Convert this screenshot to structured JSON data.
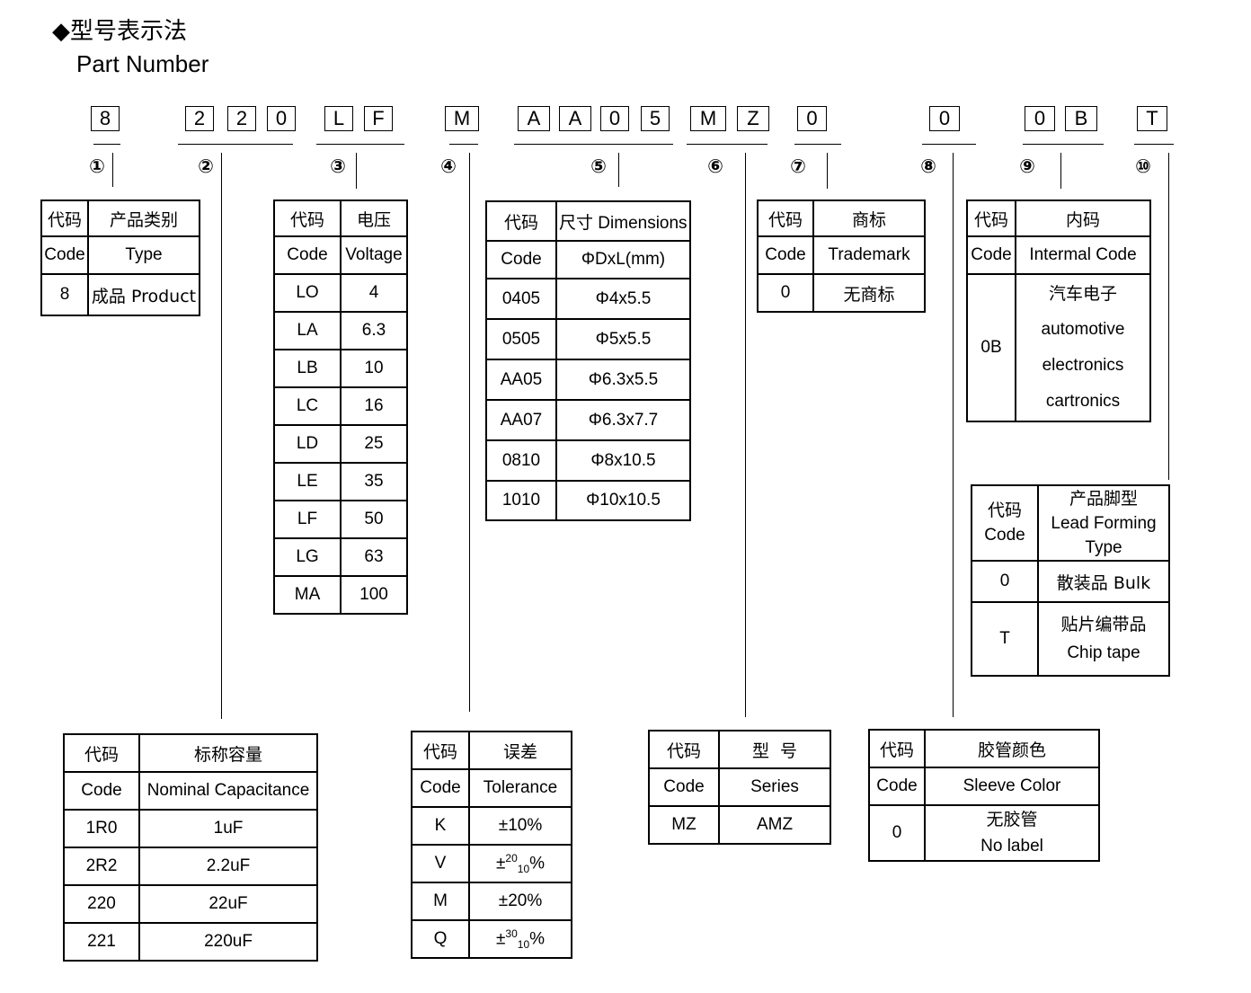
{
  "title": {
    "cn": "◆型号表示法",
    "en": "Part Number"
  },
  "part_chars": [
    "8",
    "2",
    "2",
    "0",
    "L",
    "F",
    "M",
    "A",
    "A",
    "0",
    "5",
    "M",
    "Z",
    "0",
    "0",
    "0",
    "B",
    "T"
  ],
  "position_markers": [
    "①",
    "②",
    "③",
    "④",
    "⑤",
    "⑥",
    "⑦",
    "⑧",
    "⑨",
    "⑩"
  ],
  "t1": {
    "h_code_cn": "代码",
    "h_code_en": "Code",
    "h_type_cn": "产品类别",
    "h_type_en": "Type",
    "rows": [
      {
        "code": "8",
        "value": "成品 Product"
      }
    ]
  },
  "t2": {
    "h_code_cn": "代码",
    "h_code_en": "Code",
    "h_cn": "标称容量",
    "h_en": "Nominal Capacitance",
    "rows": [
      {
        "code": "1R0",
        "value": "1uF"
      },
      {
        "code": "2R2",
        "value": "2.2uF"
      },
      {
        "code": "220",
        "value": "22uF"
      },
      {
        "code": "221",
        "value": "220uF"
      }
    ]
  },
  "t3": {
    "h_code_cn": "代码",
    "h_code_en": "Code",
    "h_cn": "电压",
    "h_en": "Voltage",
    "rows": [
      {
        "code": "LO",
        "value": "4"
      },
      {
        "code": "LA",
        "value": "6.3"
      },
      {
        "code": "LB",
        "value": "10"
      },
      {
        "code": "LC",
        "value": "16"
      },
      {
        "code": "LD",
        "value": "25"
      },
      {
        "code": "LE",
        "value": "35"
      },
      {
        "code": "LF",
        "value": "50"
      },
      {
        "code": "LG",
        "value": "63"
      },
      {
        "code": "MA",
        "value": "100"
      }
    ]
  },
  "t4": {
    "h_code_cn": "代码",
    "h_code_en": "Code",
    "h_cn": "误差",
    "h_en": "Tolerance",
    "rows": [
      {
        "code": "K",
        "value": "±10%"
      },
      {
        "code": "V",
        "pm": "±",
        "sup": "20",
        "sub": "10",
        "pct": "%"
      },
      {
        "code": "M",
        "value": "±20%"
      },
      {
        "code": "Q",
        "pm": "±",
        "sup": "30",
        "sub": "10",
        "pct": "%"
      }
    ]
  },
  "t5": {
    "h_code_cn": "代码",
    "h_code_en": "Code",
    "h_cn": "尺寸",
    "h_en": "Dimensions",
    "h_unit": "ΦDxL(mm)",
    "rows": [
      {
        "code": "0405",
        "value": "Φ4x5.5"
      },
      {
        "code": "0505",
        "value": "Φ5x5.5"
      },
      {
        "code": "AA05",
        "value": "Φ6.3x5.5"
      },
      {
        "code": "AA07",
        "value": "Φ6.3x7.7"
      },
      {
        "code": "0810",
        "value": "Φ8x10.5"
      },
      {
        "code": "1010",
        "value": "Φ10x10.5"
      }
    ]
  },
  "t6": {
    "h_code_cn": "代码",
    "h_code_en": "Code",
    "h_cn": "型  号",
    "h_en": "Series",
    "rows": [
      {
        "code": "MZ",
        "value": "AMZ"
      }
    ]
  },
  "t7": {
    "h_code_cn": "代码",
    "h_code_en": "Code",
    "h_cn": "商标",
    "h_en": "Trademark",
    "rows": [
      {
        "code": "0",
        "value": "无商标"
      }
    ]
  },
  "t8": {
    "h_code_cn": "代码",
    "h_code_en": "Code",
    "h_cn": "胶管颜色",
    "h_en": "Sleeve Color",
    "rows": [
      {
        "code": "0",
        "value_cn": "无胶管",
        "value_en": "No label"
      }
    ]
  },
  "t9": {
    "h_code_cn": "代码",
    "h_code_en": "Code",
    "h_cn": "内码",
    "h_en": "Intermal Code",
    "rows": [
      {
        "code": "0B",
        "v1": "汽车电子",
        "v2": "automotive",
        "v3": "electronics",
        "v4": "cartronics"
      }
    ]
  },
  "t10": {
    "h_code_cn": "代码",
    "h_code_en": "Code",
    "h_cn": "产品脚型",
    "h_en1": "Lead Forming",
    "h_en2": "Type",
    "rows": [
      {
        "code": "0",
        "value": "散装品 Bulk"
      },
      {
        "code": "T",
        "value_cn": "贴片编带品",
        "value_en": "Chip tape"
      }
    ]
  }
}
